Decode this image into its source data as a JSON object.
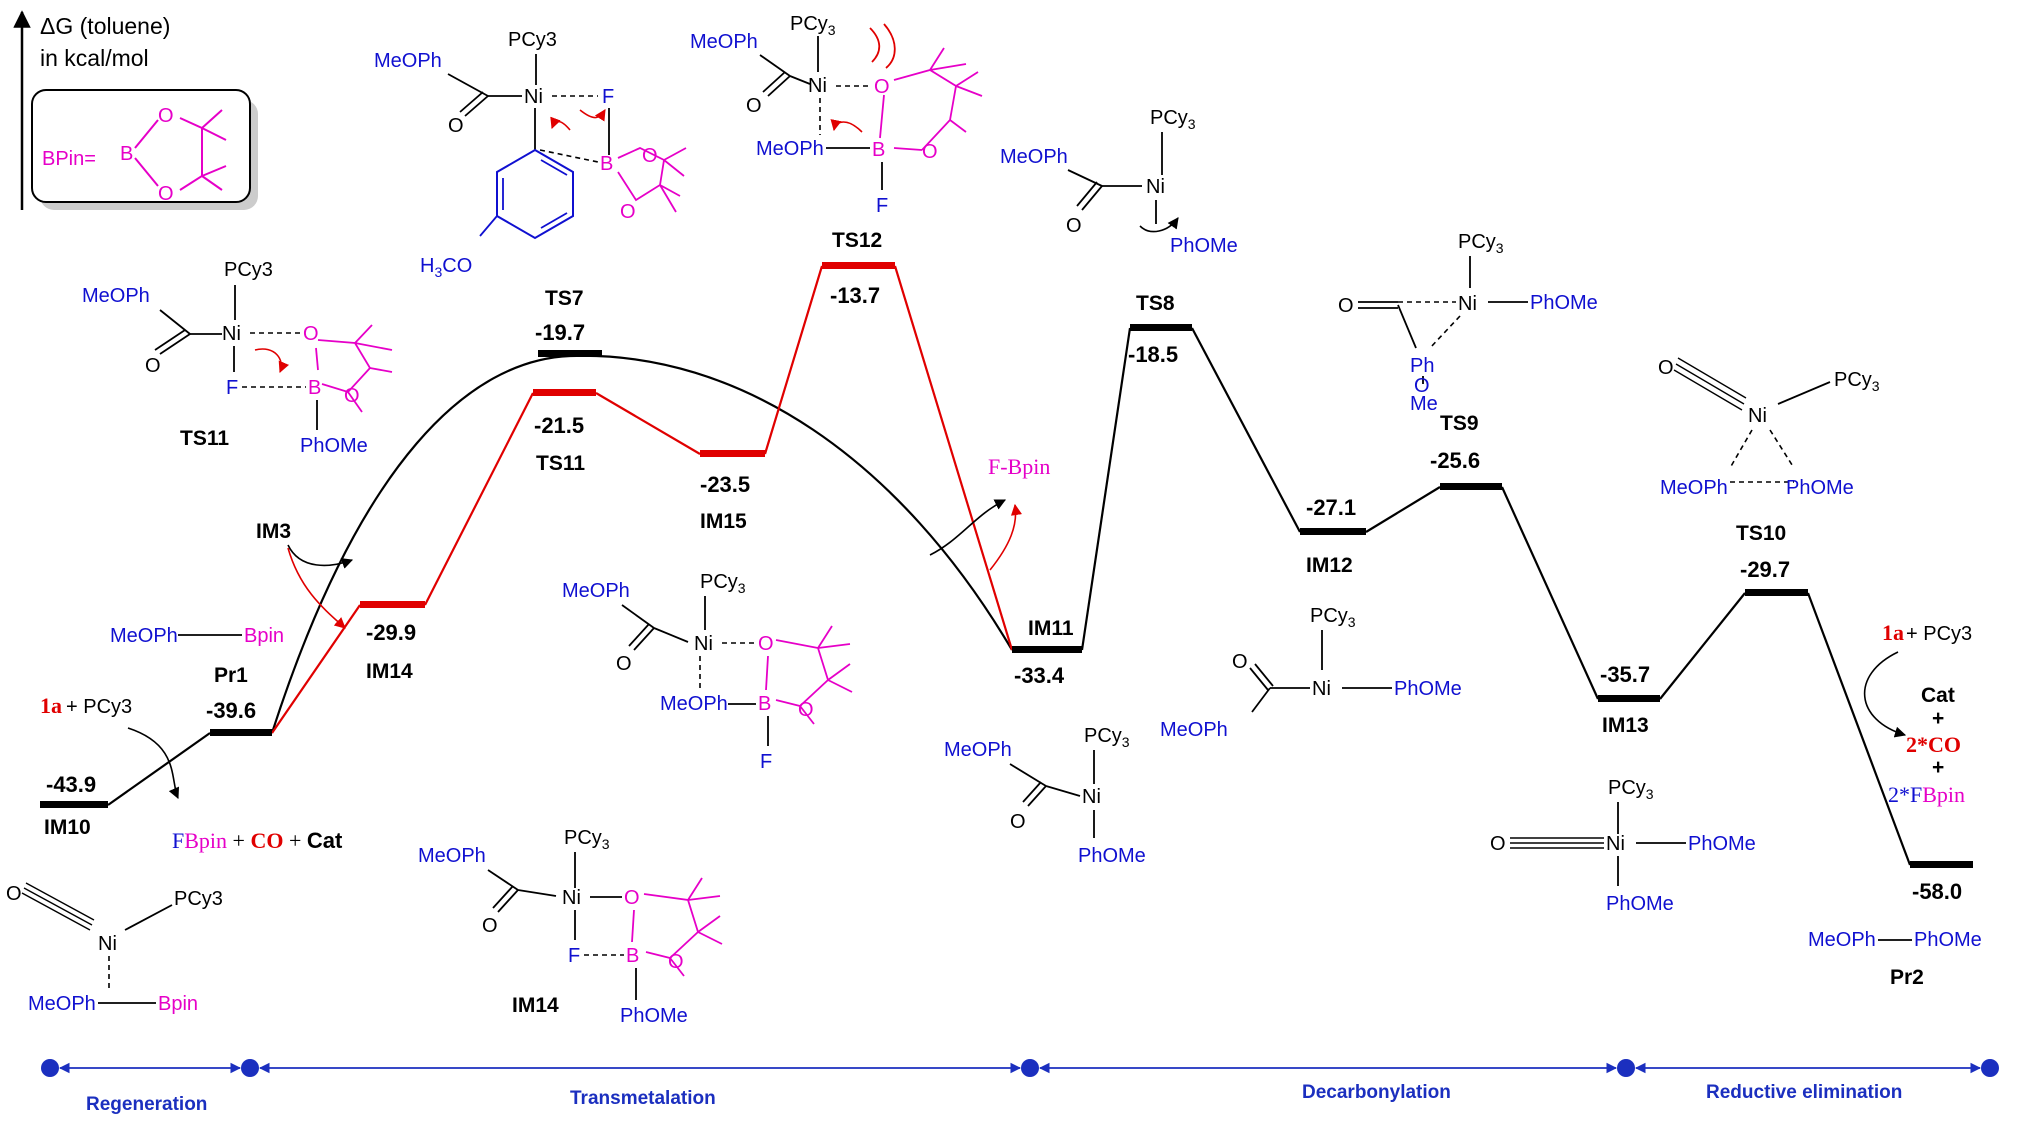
{
  "axis": {
    "line1": "ΔG (toluene)",
    "line2": "in kcal/mol"
  },
  "bpin_key": {
    "label": "BPin=",
    "b": "B",
    "o1": "O",
    "o2": "O"
  },
  "levels": {
    "IM10": {
      "name": "IM10",
      "value": "-43.9"
    },
    "Pr1": {
      "name": "Pr1",
      "value": "-39.6"
    },
    "IM14": {
      "name": "IM14",
      "value": "-29.9"
    },
    "TS7": {
      "name": "TS7",
      "value": "-19.7"
    },
    "TS11": {
      "name": "TS11",
      "value": "-21.5"
    },
    "IM15": {
      "name": "IM15",
      "value": "-23.5"
    },
    "TS12": {
      "name": "TS12",
      "value": "-13.7"
    },
    "IM11": {
      "name": "IM11",
      "value": "-33.4"
    },
    "TS8": {
      "name": "TS8",
      "value": "-18.5"
    },
    "IM12": {
      "name": "IM12",
      "value": "-27.1"
    },
    "TS9": {
      "name": "TS9",
      "value": "-25.6"
    },
    "IM13": {
      "name": "IM13",
      "value": "-35.7"
    },
    "TS10": {
      "name": "TS10",
      "value": "-29.7"
    },
    "Pr2": {
      "name": "Pr2",
      "value": "-58.0"
    }
  },
  "labels": {
    "im3": "IM3",
    "one_a": "1a",
    "plus_pcy3": "+ PCy3",
    "fbpin": "FBpin",
    "plus": "+",
    "co": "CO",
    "cat": "Cat",
    "fbpin_release": "F-Bpin",
    "two_co": "2*CO",
    "two_fbpin_prefix": "2*F",
    "two_fbpin_suffix": "Bpin",
    "meoph_bpin_left": "MeOPh",
    "meoph_bpin_right": "Bpin",
    "ts11_label": "TS11",
    "im14_label": "IM14",
    "ts10_label": "TS10",
    "pr2_label": "Pr2",
    "pr2_left": "MeOPh",
    "pr2_right": "PhOMe"
  },
  "chem": {
    "pcy3": "PCy3",
    "ni": "Ni",
    "meoph": "MeOPh",
    "phome": "PhOMe",
    "o": "O",
    "f": "F",
    "b": "B",
    "bpin": "Bpin",
    "ph": "Ph",
    "me": "Me",
    "h3co": "H3CO"
  },
  "phases": [
    "Regeneration",
    "Transmetalation",
    "Decarbonylation",
    "Reductive elimination"
  ],
  "colors": {
    "black_path": "#000000",
    "red_path": "#e00000",
    "ligand_blue": "#1010d0",
    "bpin_magenta": "#e600c8",
    "phase_blue": "#1b2fbf"
  },
  "chart_data": {
    "type": "energy-profile",
    "ylabel": "ΔG (toluene) in kcal/mol",
    "black_path": [
      [
        "IM10",
        -43.9
      ],
      [
        "Pr1",
        -39.6
      ],
      [
        "TS7",
        -19.7
      ],
      [
        "IM11",
        -33.4
      ],
      [
        "TS8",
        -18.5
      ],
      [
        "IM12",
        -27.1
      ],
      [
        "TS9",
        -25.6
      ],
      [
        "IM13",
        -35.7
      ],
      [
        "TS10",
        -29.7
      ],
      [
        "Pr2",
        -58.0
      ]
    ],
    "red_path": [
      [
        "Pr1",
        -39.6
      ],
      [
        "IM14",
        -29.9
      ],
      [
        "TS11",
        -21.5
      ],
      [
        "IM15",
        -23.5
      ],
      [
        "TS12",
        -13.7
      ],
      [
        "IM11",
        -33.4
      ]
    ]
  }
}
